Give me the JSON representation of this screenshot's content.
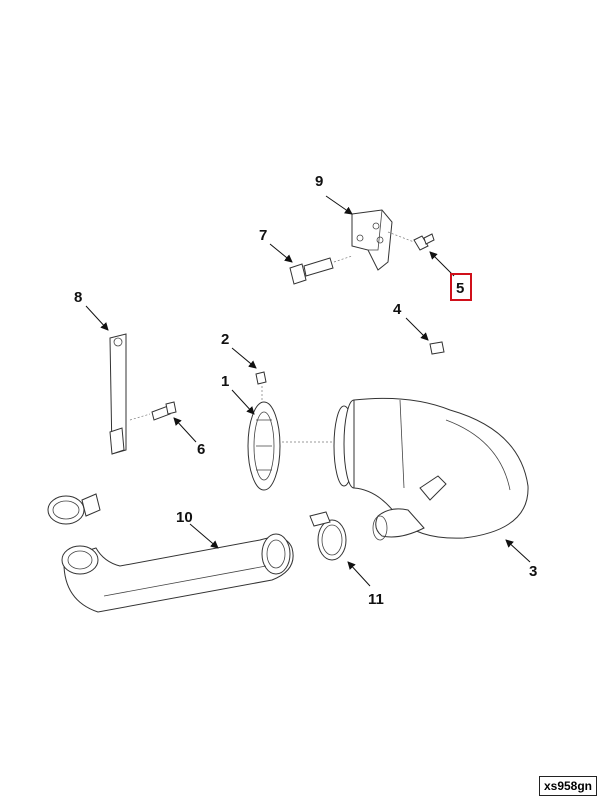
{
  "diagram": {
    "reference_code": "xs958gn",
    "callouts": [
      {
        "id": "c1",
        "label": "1"
      },
      {
        "id": "c2",
        "label": "2"
      },
      {
        "id": "c3",
        "label": "3"
      },
      {
        "id": "c4",
        "label": "4"
      },
      {
        "id": "c5",
        "label": "5",
        "highlighted": true
      },
      {
        "id": "c6",
        "label": "6"
      },
      {
        "id": "c7",
        "label": "7"
      },
      {
        "id": "c8",
        "label": "8"
      },
      {
        "id": "c9",
        "label": "9"
      },
      {
        "id": "c10",
        "label": "10"
      },
      {
        "id": "c11",
        "label": "11"
      }
    ],
    "highlight_color": "#d0101a"
  }
}
